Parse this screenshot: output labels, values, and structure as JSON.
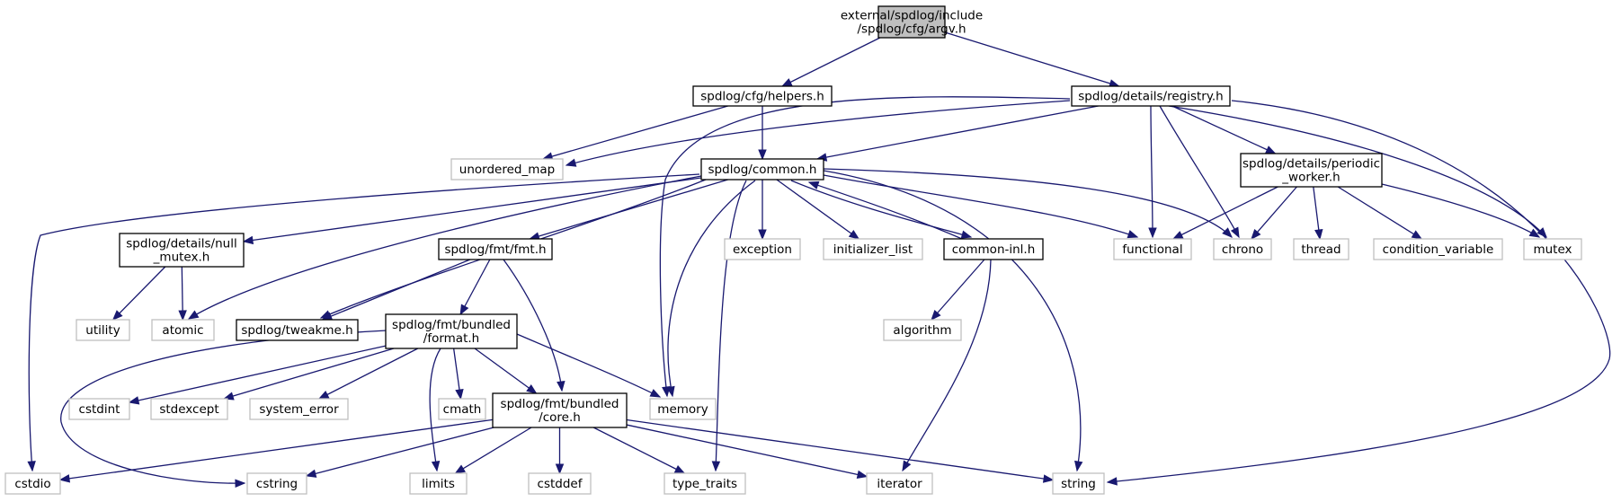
{
  "graph": {
    "root": "argv",
    "nodes": [
      {
        "id": "argv",
        "lines": [
          "external/spdlog/include",
          "/spdlog/cfg/argv.h"
        ],
        "kind": "root"
      },
      {
        "id": "helpers",
        "lines": [
          "spdlog/cfg/helpers.h"
        ],
        "kind": "local"
      },
      {
        "id": "registry",
        "lines": [
          "spdlog/details/registry.h"
        ],
        "kind": "local"
      },
      {
        "id": "unordered_map",
        "lines": [
          "unordered_map"
        ],
        "kind": "external"
      },
      {
        "id": "common",
        "lines": [
          "spdlog/common.h"
        ],
        "kind": "local"
      },
      {
        "id": "periodic_worker",
        "lines": [
          "spdlog/details/periodic",
          "_worker.h"
        ],
        "kind": "local"
      },
      {
        "id": "null_mutex",
        "lines": [
          "spdlog/details/null",
          "_mutex.h"
        ],
        "kind": "local"
      },
      {
        "id": "fmt",
        "lines": [
          "spdlog/fmt/fmt.h"
        ],
        "kind": "local"
      },
      {
        "id": "exception",
        "lines": [
          "exception"
        ],
        "kind": "external"
      },
      {
        "id": "initializer_list",
        "lines": [
          "initializer_list"
        ],
        "kind": "external"
      },
      {
        "id": "common_inl",
        "lines": [
          "common-inl.h"
        ],
        "kind": "local"
      },
      {
        "id": "functional",
        "lines": [
          "functional"
        ],
        "kind": "external"
      },
      {
        "id": "chrono",
        "lines": [
          "chrono"
        ],
        "kind": "external"
      },
      {
        "id": "thread",
        "lines": [
          "thread"
        ],
        "kind": "external"
      },
      {
        "id": "condition_variable",
        "lines": [
          "condition_variable"
        ],
        "kind": "external"
      },
      {
        "id": "mutex",
        "lines": [
          "mutex"
        ],
        "kind": "external"
      },
      {
        "id": "utility",
        "lines": [
          "utility"
        ],
        "kind": "external"
      },
      {
        "id": "atomic",
        "lines": [
          "atomic"
        ],
        "kind": "external"
      },
      {
        "id": "tweakme",
        "lines": [
          "spdlog/tweakme.h"
        ],
        "kind": "local"
      },
      {
        "id": "format",
        "lines": [
          "spdlog/fmt/bundled",
          "/format.h"
        ],
        "kind": "local"
      },
      {
        "id": "algorithm",
        "lines": [
          "algorithm"
        ],
        "kind": "external"
      },
      {
        "id": "cstdint",
        "lines": [
          "cstdint"
        ],
        "kind": "external"
      },
      {
        "id": "stdexcept",
        "lines": [
          "stdexcept"
        ],
        "kind": "external"
      },
      {
        "id": "system_error",
        "lines": [
          "system_error"
        ],
        "kind": "external"
      },
      {
        "id": "cmath",
        "lines": [
          "cmath"
        ],
        "kind": "external"
      },
      {
        "id": "core",
        "lines": [
          "spdlog/fmt/bundled",
          "/core.h"
        ],
        "kind": "local"
      },
      {
        "id": "memory",
        "lines": [
          "memory"
        ],
        "kind": "external"
      },
      {
        "id": "cstdio",
        "lines": [
          "cstdio"
        ],
        "kind": "external"
      },
      {
        "id": "cstring",
        "lines": [
          "cstring"
        ],
        "kind": "external"
      },
      {
        "id": "limits",
        "lines": [
          "limits"
        ],
        "kind": "external"
      },
      {
        "id": "cstddef",
        "lines": [
          "cstddef"
        ],
        "kind": "external"
      },
      {
        "id": "type_traits",
        "lines": [
          "type_traits"
        ],
        "kind": "external"
      },
      {
        "id": "iterator",
        "lines": [
          "iterator"
        ],
        "kind": "external"
      },
      {
        "id": "string",
        "lines": [
          "string"
        ],
        "kind": "external"
      }
    ],
    "edges": [
      [
        "argv",
        "helpers"
      ],
      [
        "argv",
        "registry"
      ],
      [
        "helpers",
        "unordered_map"
      ],
      [
        "helpers",
        "common"
      ],
      [
        "registry",
        "unordered_map"
      ],
      [
        "registry",
        "common"
      ],
      [
        "registry",
        "periodic_worker"
      ],
      [
        "registry",
        "memory"
      ],
      [
        "registry",
        "functional"
      ],
      [
        "registry",
        "chrono"
      ],
      [
        "registry",
        "mutex"
      ],
      [
        "registry",
        "string"
      ],
      [
        "common",
        "null_mutex"
      ],
      [
        "common",
        "fmt"
      ],
      [
        "common",
        "exception"
      ],
      [
        "common",
        "initializer_list"
      ],
      [
        "common",
        "common_inl"
      ],
      [
        "common",
        "functional"
      ],
      [
        "common",
        "chrono"
      ],
      [
        "common",
        "atomic"
      ],
      [
        "common",
        "tweakme"
      ],
      [
        "common",
        "memory"
      ],
      [
        "common",
        "type_traits"
      ],
      [
        "common",
        "string"
      ],
      [
        "common",
        "cstdio"
      ],
      [
        "common_inl",
        "common"
      ],
      [
        "common_inl",
        "algorithm"
      ],
      [
        "common_inl",
        "iterator"
      ],
      [
        "periodic_worker",
        "functional"
      ],
      [
        "periodic_worker",
        "chrono"
      ],
      [
        "periodic_worker",
        "thread"
      ],
      [
        "periodic_worker",
        "condition_variable"
      ],
      [
        "periodic_worker",
        "mutex"
      ],
      [
        "null_mutex",
        "utility"
      ],
      [
        "null_mutex",
        "atomic"
      ],
      [
        "fmt",
        "tweakme"
      ],
      [
        "fmt",
        "format"
      ],
      [
        "fmt",
        "core"
      ],
      [
        "format",
        "cstdint"
      ],
      [
        "format",
        "stdexcept"
      ],
      [
        "format",
        "system_error"
      ],
      [
        "format",
        "cmath"
      ],
      [
        "format",
        "core"
      ],
      [
        "format",
        "memory"
      ],
      [
        "format",
        "limits"
      ],
      [
        "format",
        "cstring"
      ],
      [
        "core",
        "cstdio"
      ],
      [
        "core",
        "cstring"
      ],
      [
        "core",
        "limits"
      ],
      [
        "core",
        "cstddef"
      ],
      [
        "core",
        "type_traits"
      ],
      [
        "core",
        "iterator"
      ],
      [
        "core",
        "string"
      ]
    ]
  }
}
